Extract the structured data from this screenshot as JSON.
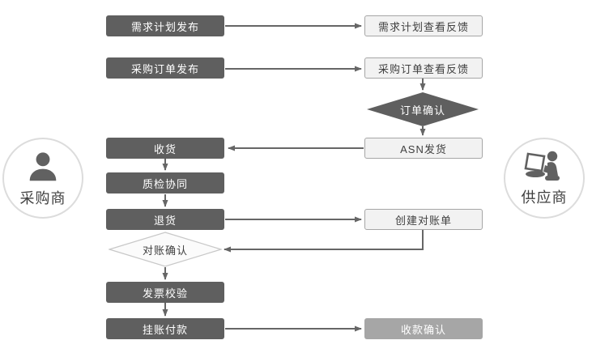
{
  "actors": {
    "buyer": {
      "label": "采购商",
      "icon": "person-bust-icon"
    },
    "supplier": {
      "label": "供应商",
      "icon": "person-laptop-icon"
    }
  },
  "nodes": {
    "demand_plan_publish": "需求计划发布",
    "demand_plan_view_feedback": "需求计划查看反馈",
    "po_publish": "采购订单发布",
    "po_view_feedback": "采购订单查看反馈",
    "order_confirm": "订单确认",
    "asn_ship": "ASN发货",
    "receive": "收货",
    "quality_collab": "质检协同",
    "returns": "退货",
    "create_statement": "创建对账单",
    "statement_confirm": "对账确认",
    "invoice_verify": "发票校验",
    "book_payment": "挂账付款",
    "receipt_confirm": "收款确认"
  },
  "edges": [
    {
      "from": "demand_plan_publish",
      "to": "demand_plan_view_feedback"
    },
    {
      "from": "po_publish",
      "to": "po_view_feedback"
    },
    {
      "from": "po_view_feedback",
      "to": "order_confirm"
    },
    {
      "from": "order_confirm",
      "to": "asn_ship"
    },
    {
      "from": "asn_ship",
      "to": "receive"
    },
    {
      "from": "receive",
      "to": "quality_collab"
    },
    {
      "from": "quality_collab",
      "to": "returns"
    },
    {
      "from": "returns",
      "to": "create_statement"
    },
    {
      "from": "create_statement",
      "to": "statement_confirm"
    },
    {
      "from": "statement_confirm",
      "to": "invoice_verify"
    },
    {
      "from": "invoice_verify",
      "to": "book_payment"
    },
    {
      "from": "book_payment",
      "to": "receipt_confirm"
    }
  ],
  "colors": {
    "dark_node": "#5f5f5f",
    "light_node_fill": "#f2f2f2",
    "light_node_border": "#a6a6a6",
    "medium_node": "#a6a6a6",
    "decision_dark_fill": "#5f5f5f",
    "decision_light_fill": "#fbfbfb",
    "decision_light_border": "#c8c8c8",
    "connector": "#666666",
    "actor_border": "#dcdcdc",
    "icon_color": "#616161",
    "node_text_on_dark": "#ffffff",
    "node_text_on_light": "#404040"
  }
}
